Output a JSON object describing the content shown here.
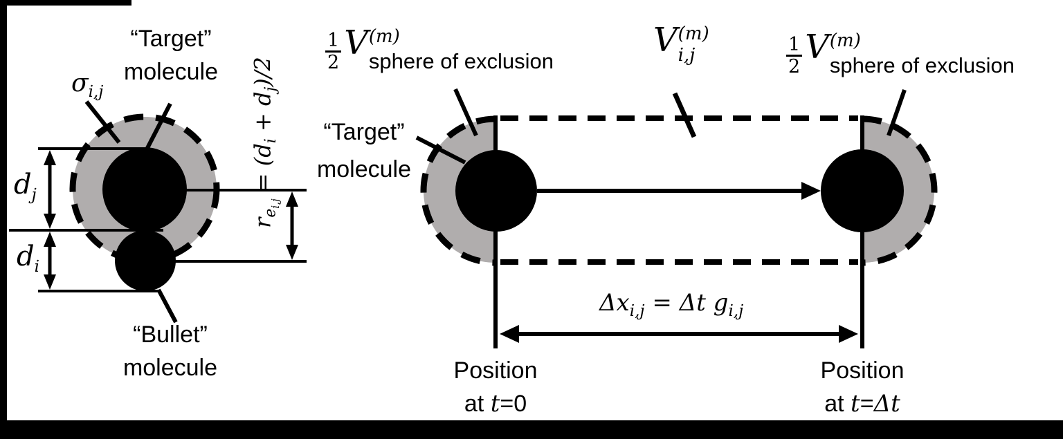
{
  "colors": {
    "background": "#000000",
    "canvas": "#ffffff",
    "exclusion_gray": "#b0adad",
    "ink": "#000000"
  },
  "left_diagram": {
    "sigma_label": {
      "base": "σ",
      "sub": "i,j"
    },
    "target_label": {
      "line1": "“Target”",
      "line2": "molecule"
    },
    "dj_label": {
      "base": "d",
      "sub": "j"
    },
    "di_label": {
      "base": "d",
      "sub": "i"
    },
    "bullet_label": {
      "line1": "“Bullet”",
      "line2": "molecule"
    },
    "radius_equation": {
      "r": "r",
      "r_sub": "e",
      "r_sub_sub": "i,j",
      "mid": " = (",
      "d1": "d",
      "d1_sub": "i",
      "plus": " + ",
      "d2": "d",
      "d2_sub": "j",
      "end": ")/2"
    }
  },
  "right_diagram": {
    "half_volume_label": {
      "num": "1",
      "den": "2",
      "base": "V",
      "sup": "(m)",
      "sub": "sphere of exclusion"
    },
    "swept_volume_label": {
      "base": "V",
      "sup": "(m)",
      "sub": "i,j"
    },
    "target_label": {
      "line1": "“Target”",
      "line2": "molecule"
    },
    "displacement_equation": {
      "lhs": "Δx",
      "lhs_sub": "i,j",
      "equals": " = ",
      "rhs": "Δt g",
      "rhs_sub": "i,j"
    },
    "position_start": {
      "line1": "Position",
      "prefix": "at ",
      "t": "t",
      "suffix": "=0"
    },
    "position_end": {
      "line1": "Position",
      "prefix": "at ",
      "t": "t",
      "suffix": "=",
      "value": "Δt"
    }
  }
}
